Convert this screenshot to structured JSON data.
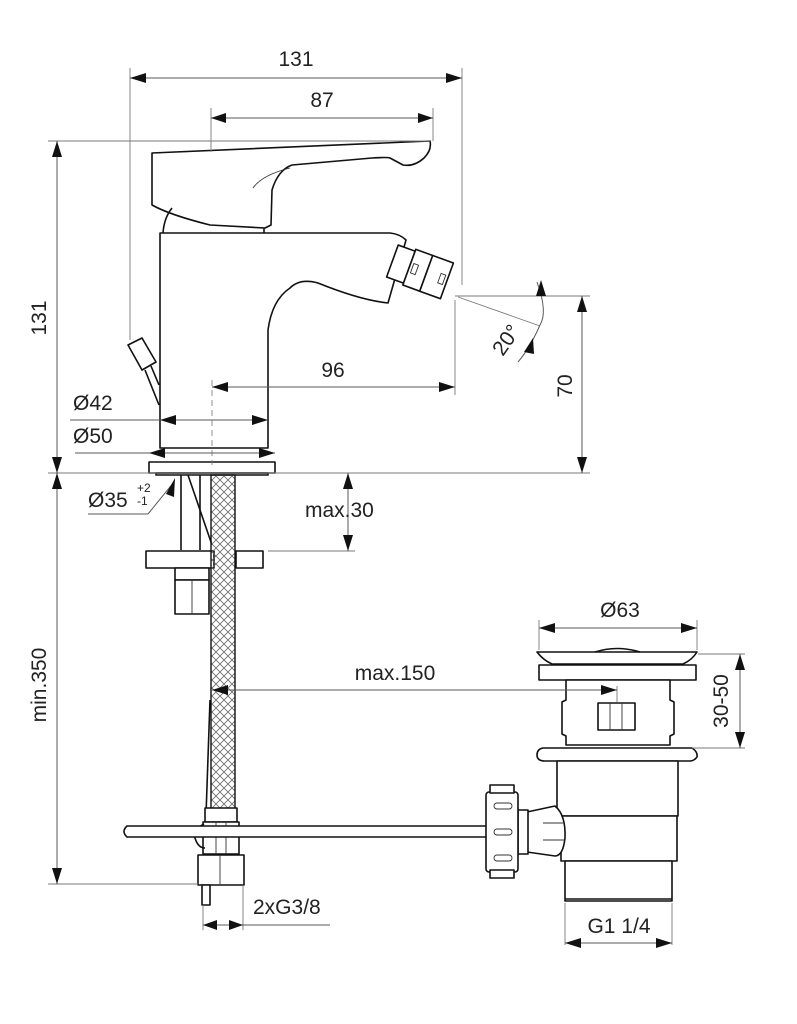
{
  "title": "Bidet mixer with pop-up waste — dimension drawing",
  "units": "mm",
  "dimensions": {
    "overall_width": "131",
    "handle_reach": "87",
    "overall_height": "131",
    "spout_reach": "96",
    "spout_angle": "20°",
    "spout_height": "70",
    "body_diameter": "Ø42",
    "base_diameter": "Ø50",
    "hole_diameter": "Ø35",
    "hole_tol_plus": "+2",
    "hole_tol_minus": "-1",
    "max_deck_thickness": "max.30",
    "min_hose_length": "min.350",
    "max_rod_distance": "max.150",
    "waste_head_diameter": "Ø63",
    "waste_adjust_range": "30-50",
    "supply_connection": "2xG3/8",
    "waste_thread": "G1 1/4"
  },
  "colors": {
    "line": "#111111",
    "dimension": "#5a5a5a",
    "background": "#ffffff"
  }
}
